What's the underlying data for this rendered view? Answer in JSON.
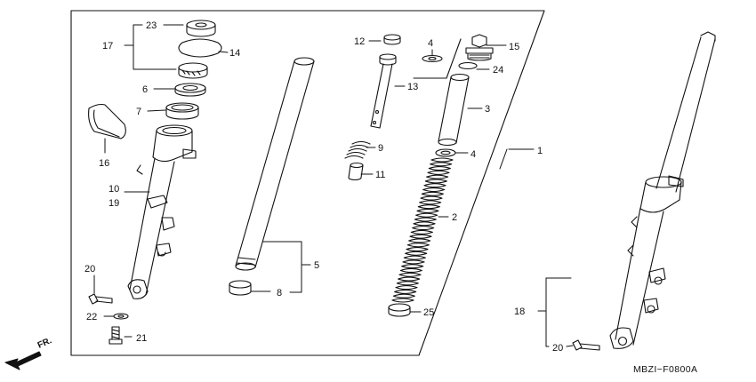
{
  "diagram": {
    "code": "MBZI−F0800A",
    "front_marker": "FR.",
    "callouts": [
      "1",
      "2",
      "3",
      "4",
      "4",
      "5",
      "6",
      "7",
      "8",
      "9",
      "10",
      "19",
      "11",
      "12",
      "13",
      "14",
      "15",
      "16",
      "17",
      "18",
      "20",
      "20",
      "21",
      "22",
      "23",
      "24",
      "25"
    ]
  }
}
